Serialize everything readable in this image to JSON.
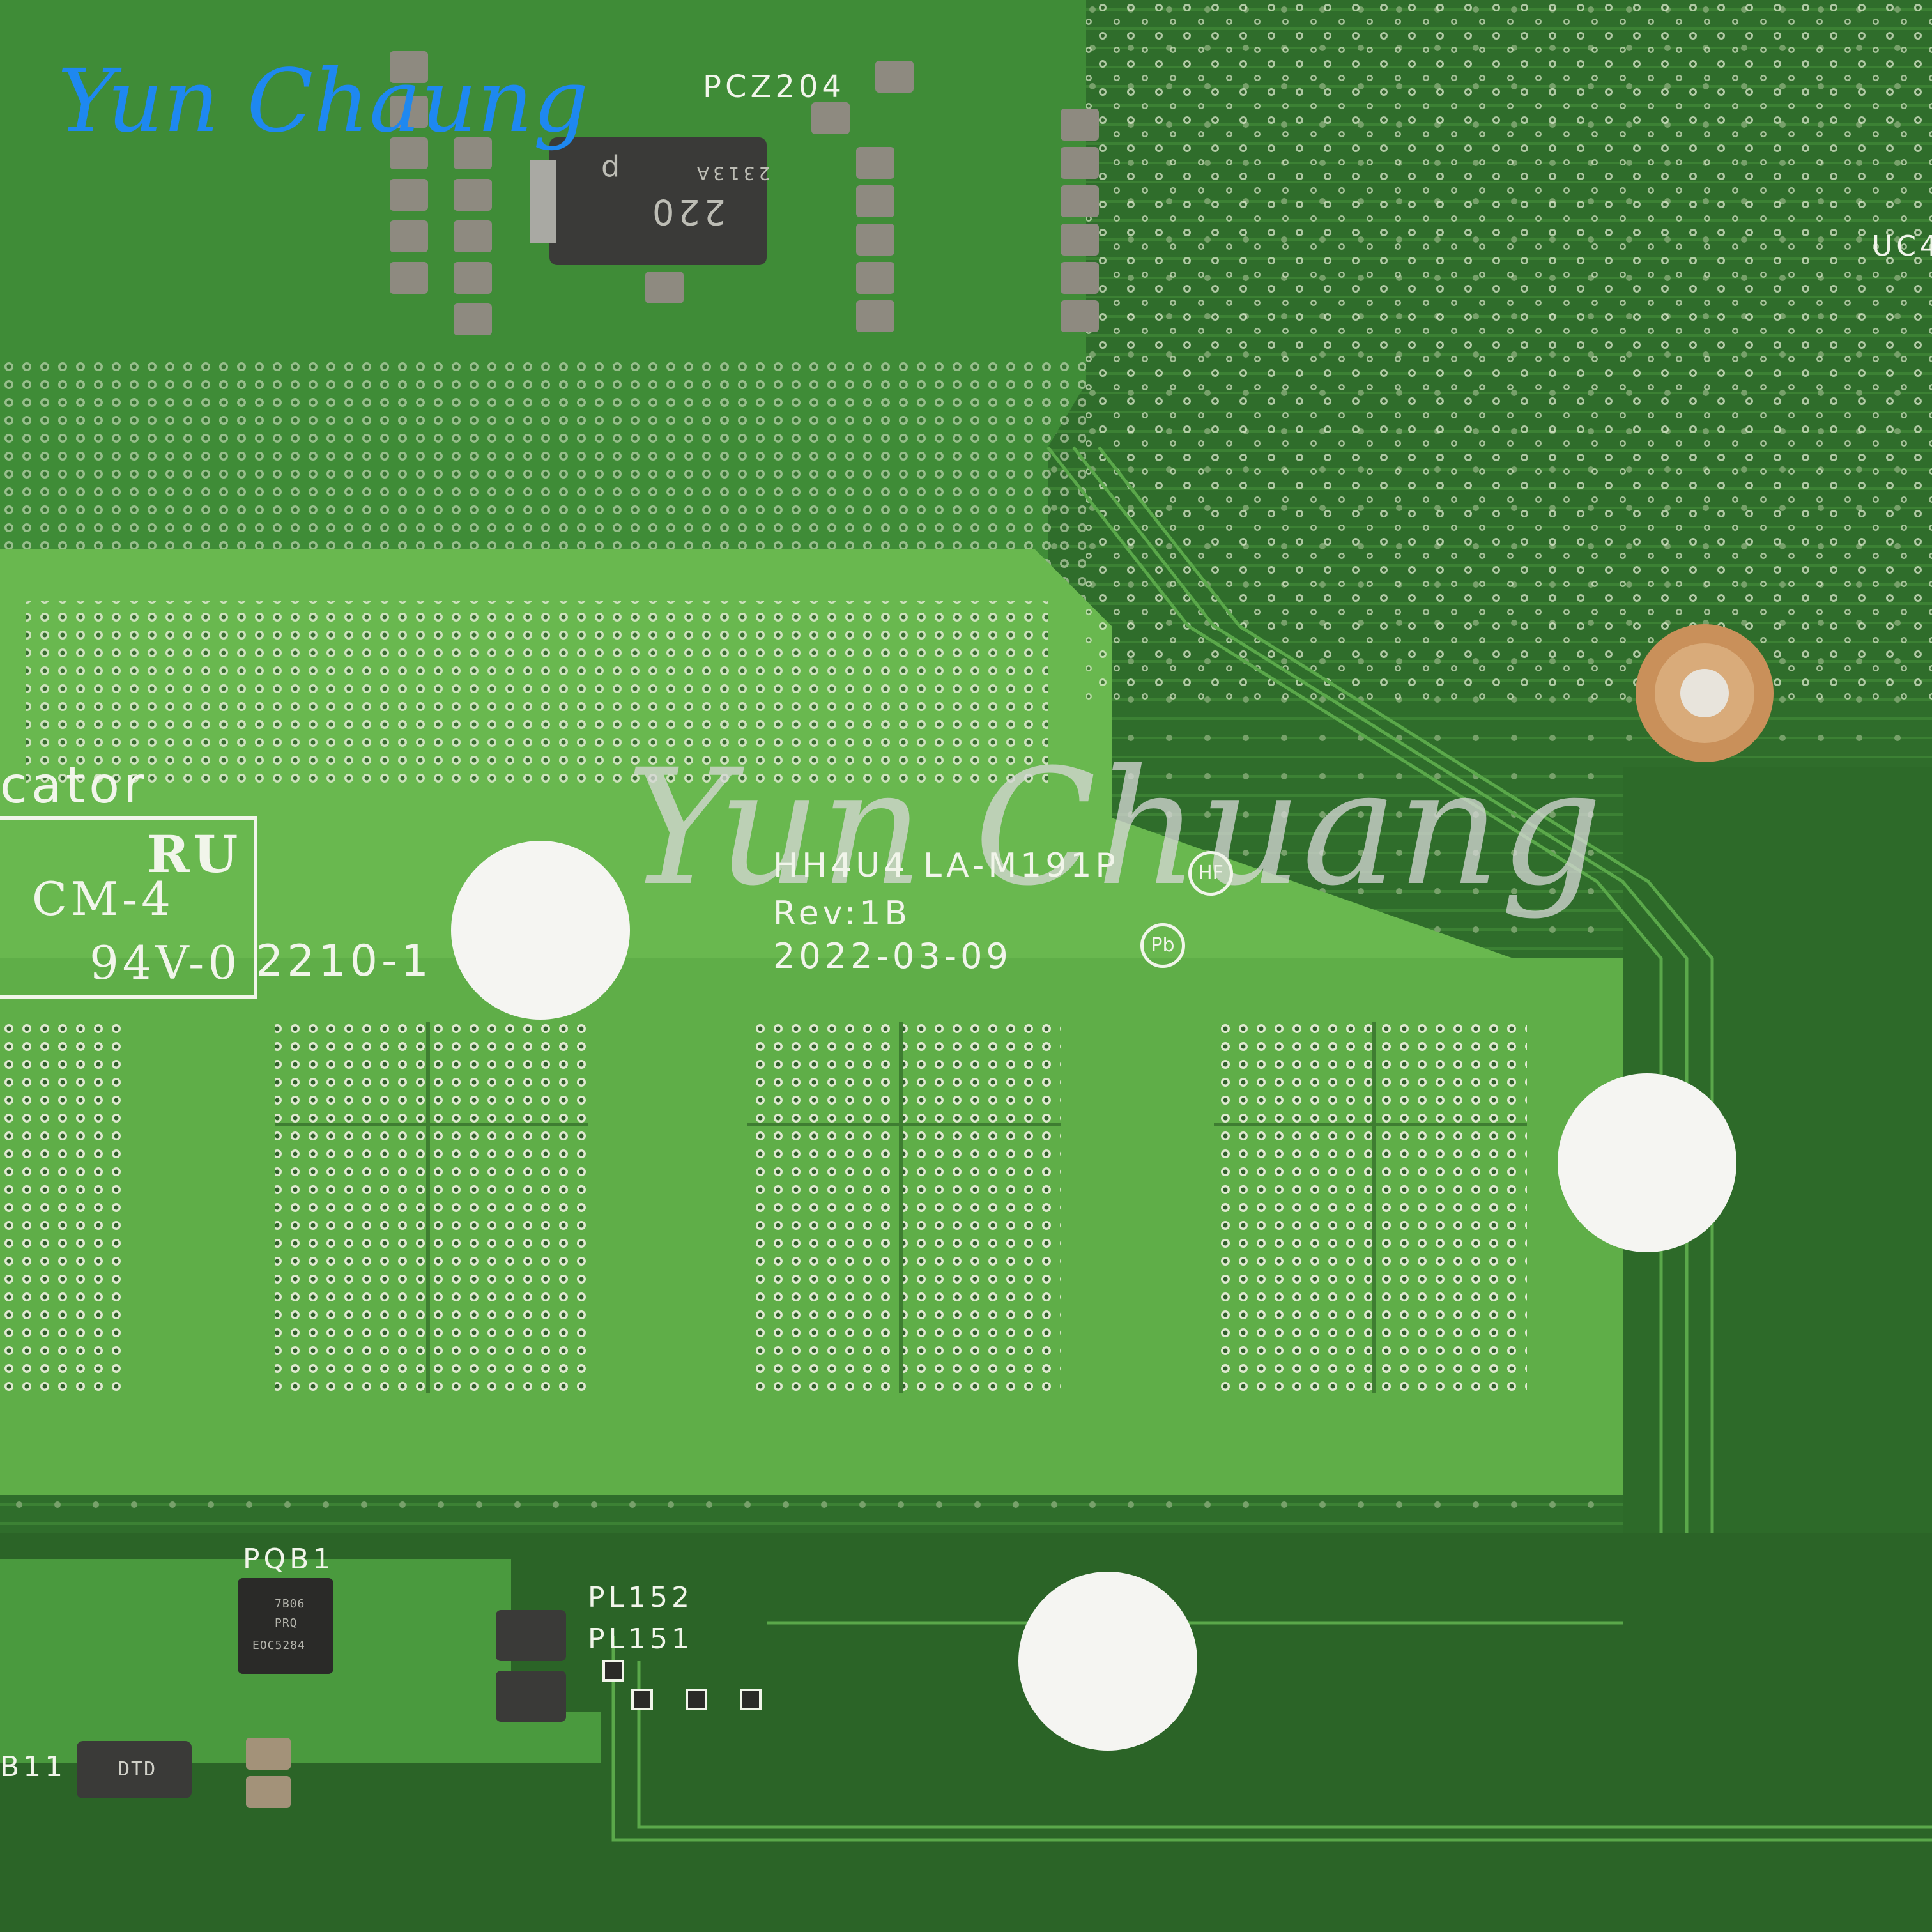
{
  "watermark": {
    "top_left": "Yun Chaung",
    "center": "Yun Chuang"
  },
  "silkscreen": {
    "ref_top": "PCZ204",
    "ref_right": "UC4",
    "chip_marking_line1": "220",
    "chip_marking_line2": "p",
    "chip_marking_line3": "2313A",
    "indicator_partial": "cator",
    "cert_code": "CM-4",
    "flammability": "94V-0",
    "date_code_left": "2210-1",
    "board_id": "HH4U4 LA-M191P",
    "revision": "Rev:1B",
    "date": "2022-03-09",
    "hf_mark": "HF",
    "pb_mark": "Pb",
    "ul_mark": "RU",
    "ref_pqb1": "PQB1",
    "ref_pl152": "PL152",
    "ref_pl151": "PL151",
    "ref_b11": "B11",
    "resistor_marking": "DTD",
    "ic_marking_1": "7B06",
    "ic_marking_2": "PRQ",
    "ic_marking_3": "EOC5284"
  },
  "colors": {
    "board_dark": "#2f6d2b",
    "board_mid": "#3f8c37",
    "memory_area": "#69b84f",
    "trace": "#58a546",
    "silkscreen": "#f1f5ea",
    "label_white": "#f5f5f2",
    "watermark_blue": "#1e88f0",
    "watermark_gray": "#d8d8d8",
    "standoff_copper": "#d69b62"
  }
}
